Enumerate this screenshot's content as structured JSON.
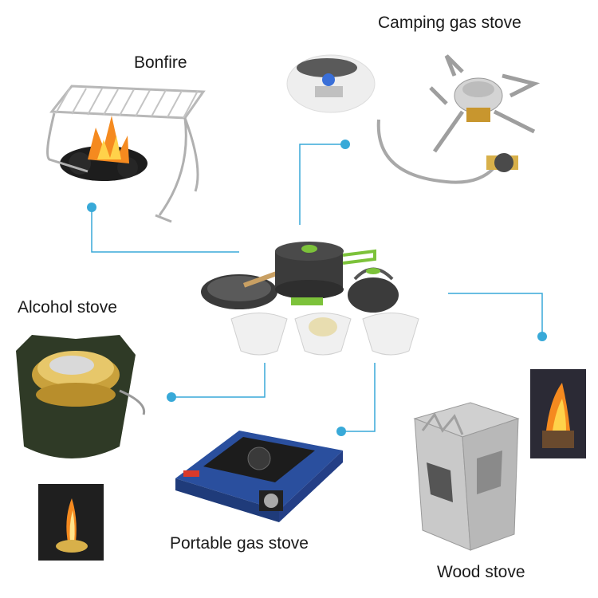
{
  "labels": {
    "bonfire": "Bonfire",
    "camping_gas_stove": "Camping gas stove",
    "alcohol_stove": "Alcohol stove",
    "portable_gas_stove": "Portable gas stove",
    "wood_stove": "Wood stove"
  },
  "colors": {
    "connector": "#38a9d8",
    "background": "#ffffff",
    "pot_dark": "#3b3b3b",
    "handle_green": "#7cc23a",
    "stove_blue": "#2a4f9e",
    "brass": "#d8b04a",
    "flame": "#f58a1f"
  }
}
